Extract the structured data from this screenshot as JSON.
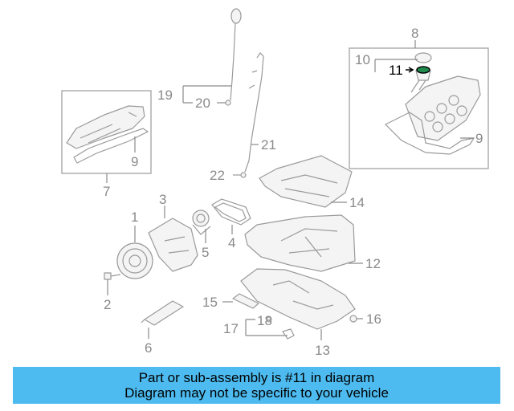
{
  "diagram": {
    "callouts": [
      "1",
      "2",
      "3",
      "4",
      "5",
      "6",
      "7",
      "8",
      "9",
      "9",
      "10",
      "11",
      "12",
      "13",
      "14",
      "15",
      "16",
      "17",
      "18",
      "19",
      "20",
      "21",
      "22"
    ],
    "highlighted_part": "11",
    "highlight_color": "#1f8a4c"
  },
  "banner": {
    "line1": "Part or sub-assembly is #11 in diagram",
    "line2": "Diagram may not be specific to your vehicle",
    "background": "#4dbbf0"
  }
}
